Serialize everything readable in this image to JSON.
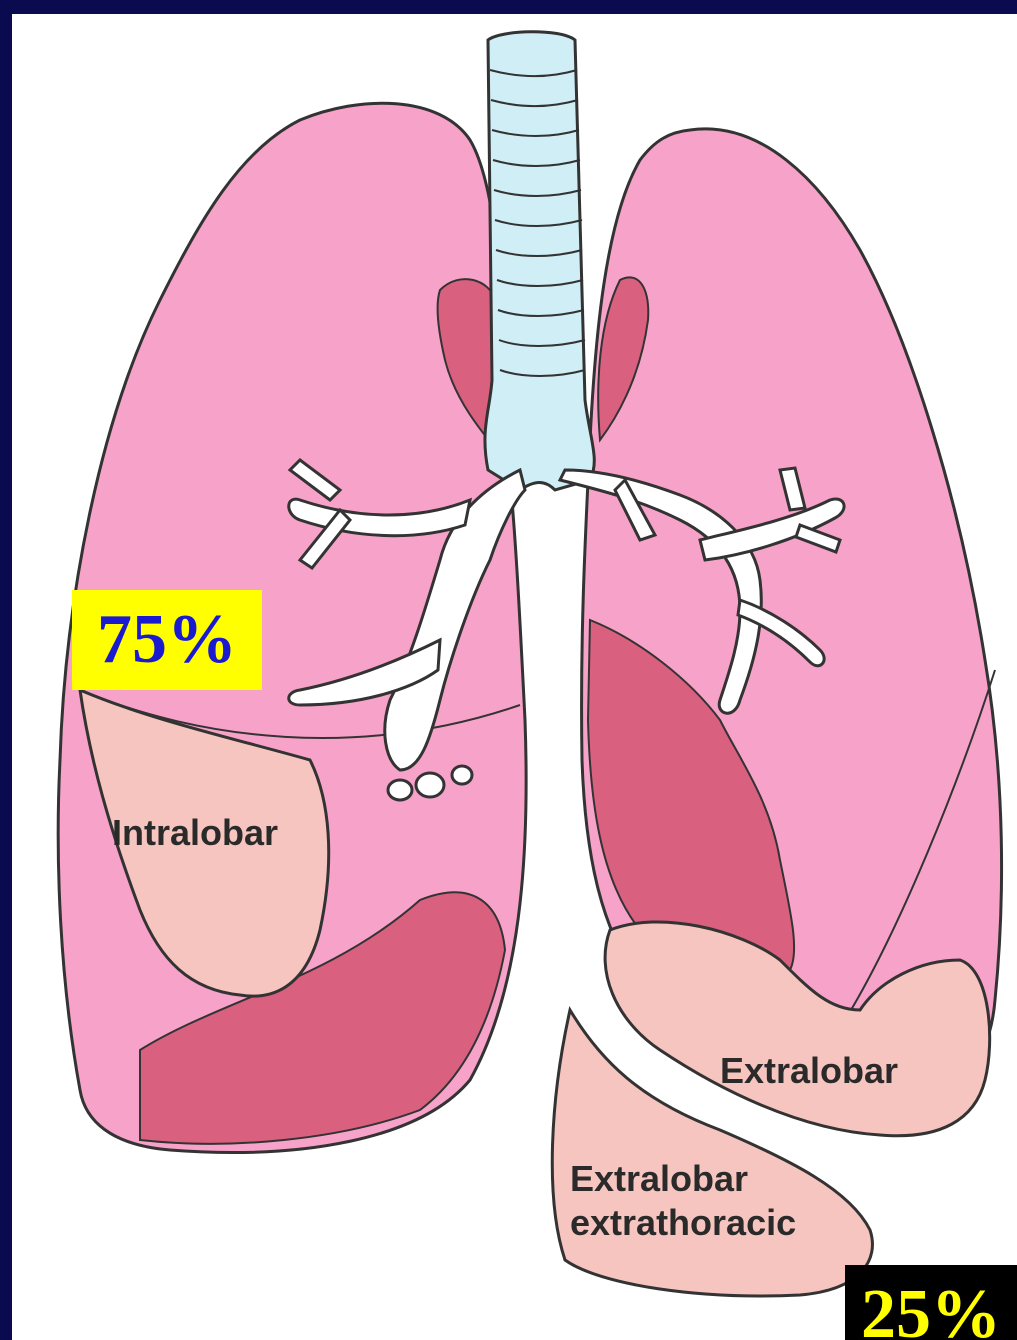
{
  "labels": {
    "intralobar": "Intralobar",
    "extralobar": "Extralobar",
    "extralobar_extrathoracic_line1": "Extralobar",
    "extralobar_extrathoracic_line2": "extrathoracic"
  },
  "badges": {
    "intralobar_percent": "75%",
    "extralobar_percent": "25%"
  },
  "colors": {
    "background": "#0a0a4e",
    "lung_pink": "#f7a3c9",
    "lung_dark": "#d9607f",
    "sequestration_peach": "#f7c5bf",
    "trachea": "#cfeef5",
    "badge_75_bg": "#ffff00",
    "badge_75_text": "#1a1ad0",
    "badge_25_bg": "#000000",
    "badge_25_text": "#ffff00"
  }
}
